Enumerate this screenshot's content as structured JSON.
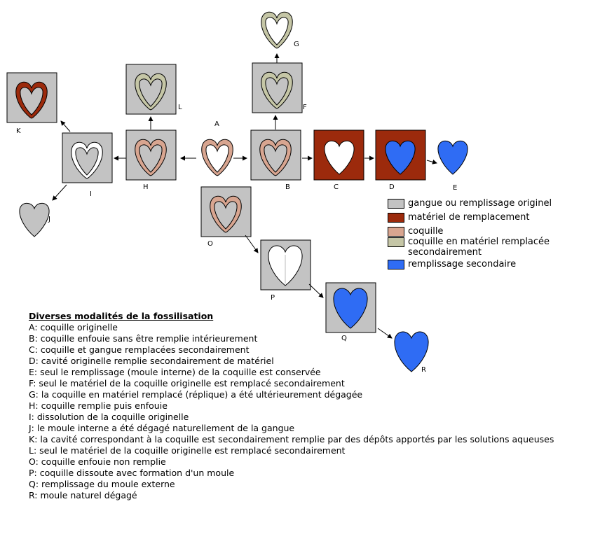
{
  "colors": {
    "gangue": "#c3c3c3",
    "replacement": "#9c2a0c",
    "shell": "#d8a590",
    "replaced_shell": "#c5c6a6",
    "secondary_fill": "#2f6cf4",
    "outline": "#000000"
  },
  "labels": {
    "A": "A",
    "B": "B",
    "C": "C",
    "D": "D",
    "E": "E",
    "F": "F",
    "G": "G",
    "H": "H",
    "I": "I",
    "J": "J",
    "K": "K",
    "L": "L",
    "O": "O",
    "P": "P",
    "Q": "Q",
    "R": "R"
  },
  "legend": [
    {
      "color": "#c3c3c3",
      "text": "gangue ou remplissage originel"
    },
    {
      "color": "#9c2a0c",
      "text": "matériel de remplacement"
    },
    {
      "color": "#d8a590",
      "text": "coquille"
    },
    {
      "color": "#c5c6a6",
      "text": "coquille en matériel remplacée secondairement"
    },
    {
      "color": "#2f6cf4",
      "text": "remplissage secondaire"
    }
  ],
  "caption": {
    "title": "Diverses modalités de la fossilisation",
    "lines": [
      "A: coquille originelle",
      "B: coquille enfouie sans être remplie intérieurement",
      "C: coquille et gangue remplacées secondairement",
      "D: cavité originelle remplie secondairement de matériel",
      "E: seul le remplissage (moule interne) de la coquille est conservée",
      "F: seul le matériel de la coquille originelle est remplacé secondairement",
      "G: la coquille en matériel remplacé (réplique) a été ultérieurement dégagée",
      "H: coquille remplie puis enfouie",
      "I: dissolution de la coquille originelle",
      "J: le moule interne a été dégagé naturellement de la gangue",
      "K: la cavité correspondant à la coquille est secondairement remplie par des dépôts apportés par les solutions aqueuses",
      "L: seul le matériel de la coquille originelle est remplacé secondairement",
      "O: coquille enfouie non remplie",
      "P: coquille dissoute avec formation d'un moule",
      "Q: remplissage du moule externe",
      "R: moule naturel dégagé"
    ]
  }
}
